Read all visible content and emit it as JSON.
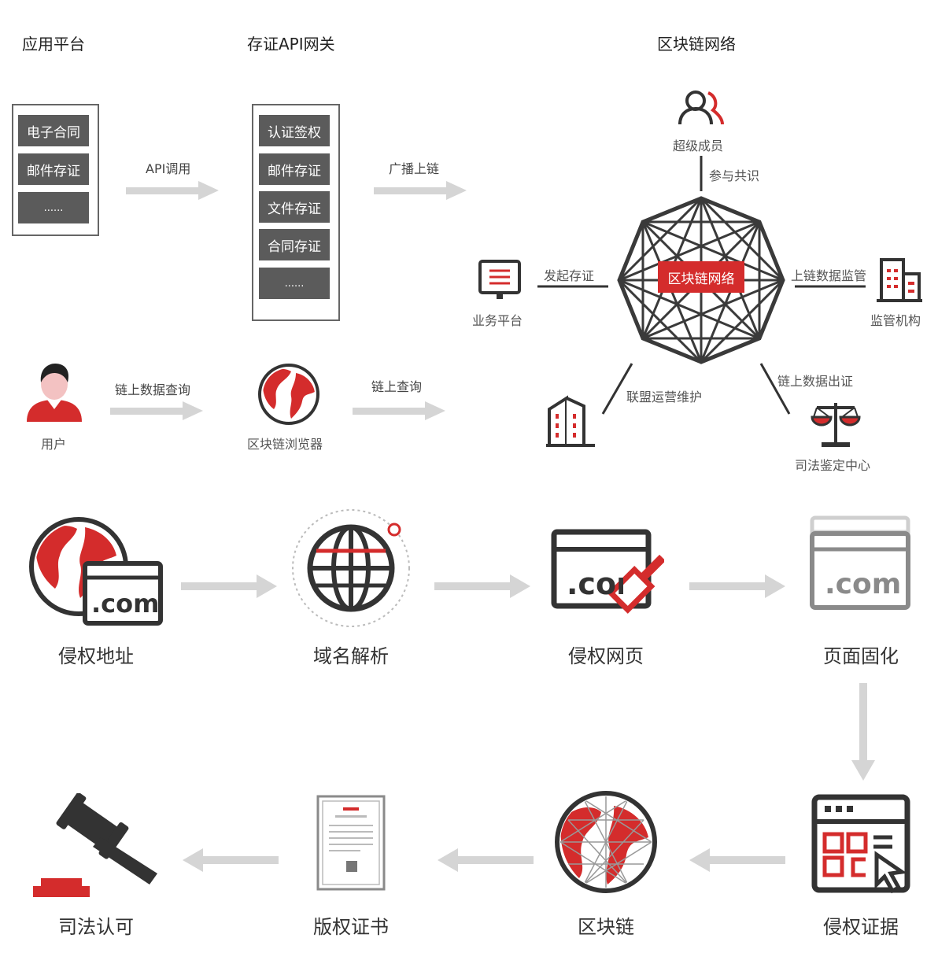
{
  "headers": {
    "app_platform": "应用平台",
    "gateway": "存证API网关",
    "blockchain_network": "区块链网络"
  },
  "app_platform": {
    "items": [
      "电子合同",
      "邮件存证",
      "......"
    ]
  },
  "gateway": {
    "items": [
      "认证签权",
      "邮件存证",
      "文件存证",
      "合同存证",
      "......"
    ]
  },
  "arrows": {
    "api_call": "API调用",
    "broadcast": "广播上链",
    "onchain_query": "链上数据查询",
    "chain_query": "链上查询"
  },
  "network": {
    "center": "区块链网络",
    "super_member": "超级成员",
    "consensus": "参与共识",
    "business_platform": "业务平台",
    "initiate": "发起存证",
    "supervision_label": "上链数据监管",
    "supervisor": "监管机构",
    "alliance_ops": "联盟运营维护",
    "data_evidence": "链上数据出证",
    "judicial_center": "司法鉴定中心"
  },
  "user": {
    "label": "用户"
  },
  "explorer": {
    "label": "区块链浏览器"
  },
  "flow": {
    "row1": [
      "侵权地址",
      "域名解析",
      "侵权网页",
      "页面固化"
    ],
    "row2": [
      "司法认可",
      "版权证书",
      "区块链",
      "侵权证据"
    ],
    "com_text": ".com"
  },
  "colors": {
    "accent": "#d42c2c",
    "dark": "#3a3a3a",
    "gray": "#5b5b5b",
    "arrow": "#d5d5d5"
  }
}
